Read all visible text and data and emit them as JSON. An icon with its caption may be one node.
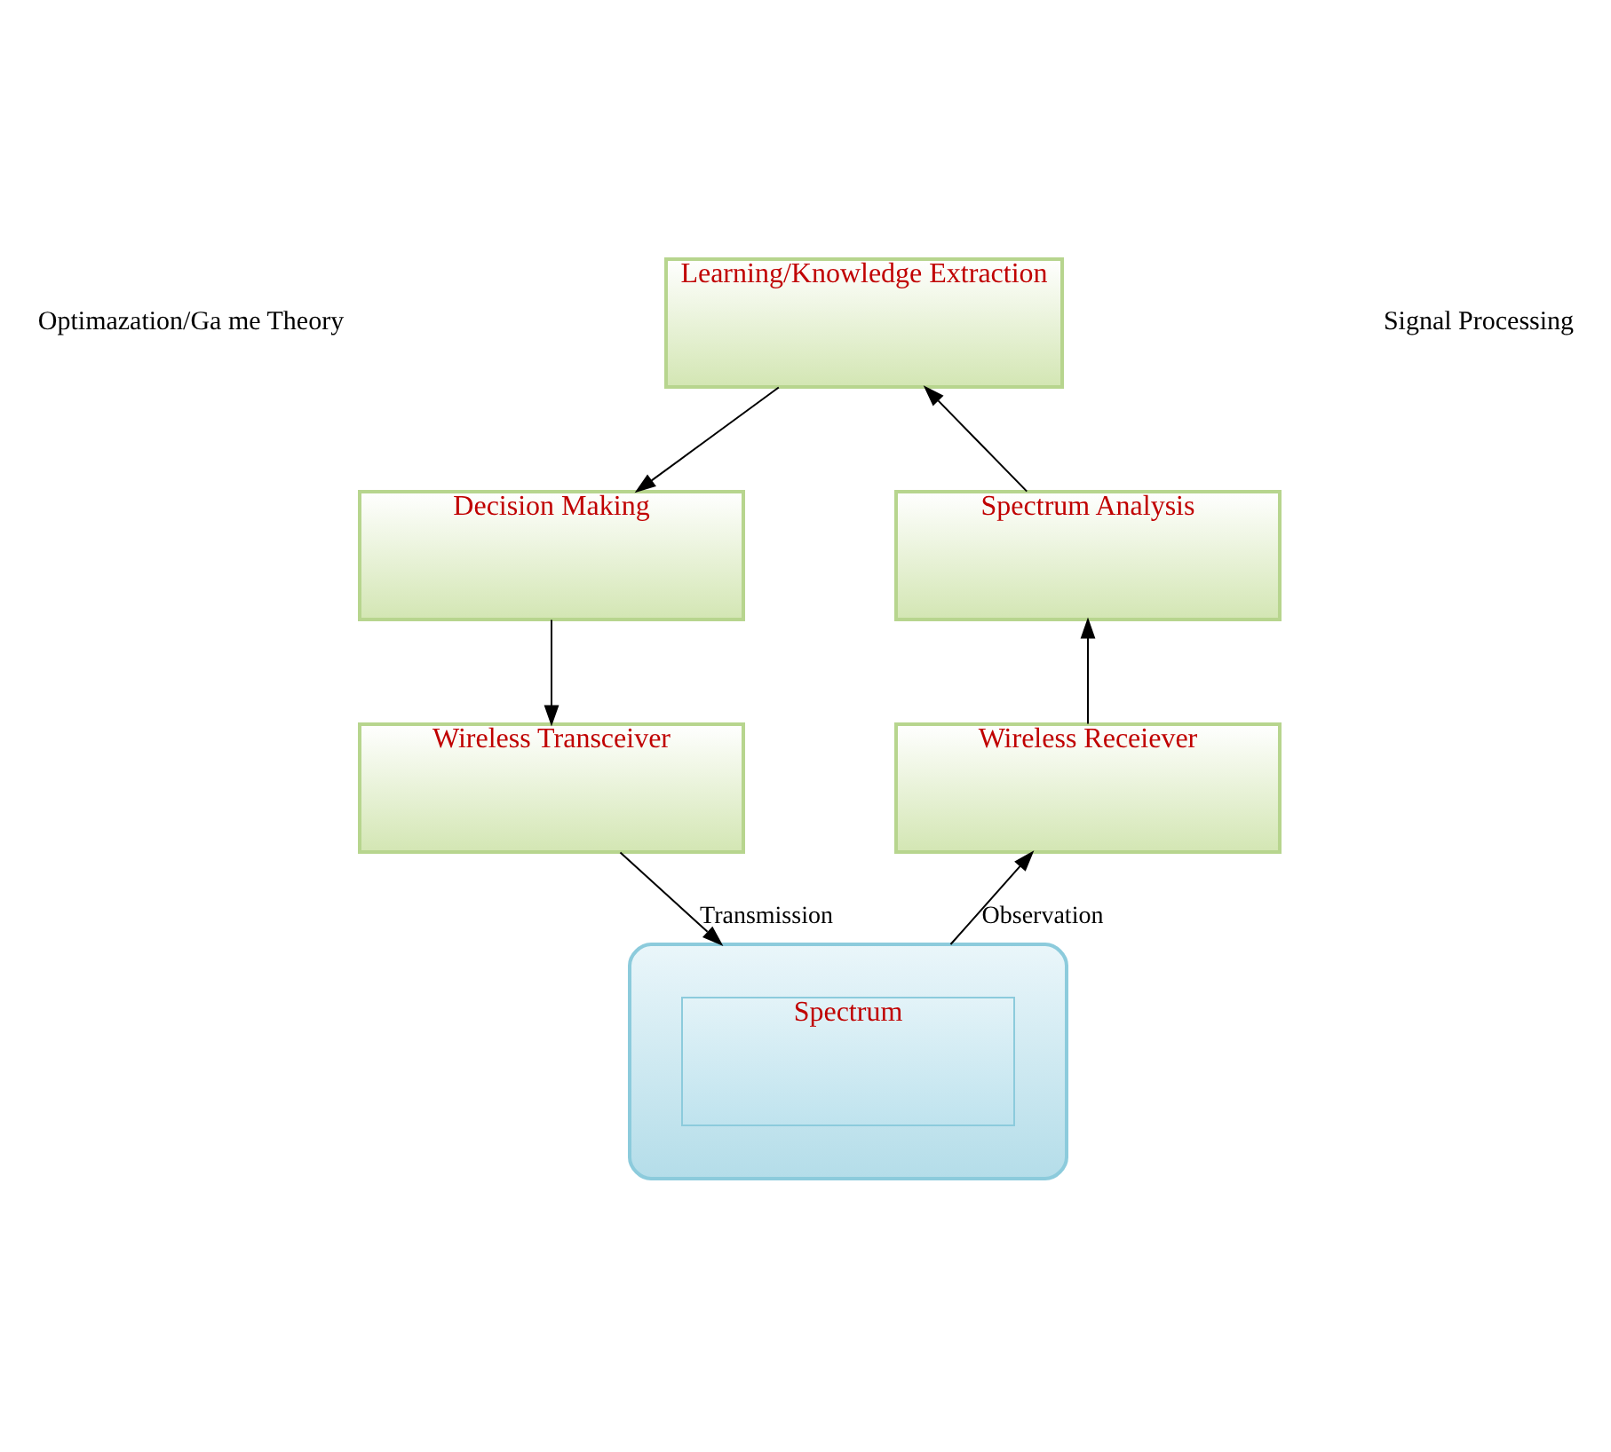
{
  "diagram": {
    "nodes": [
      {
        "text": [
          "Learning/Knowledge Extraction"
        ]
      },
      {
        "text": [
          "Decision Making"
        ]
      },
      {
        "text": [
          "Spectrum Analysis"
        ]
      },
      {
        "text": [
          "Wireless Transceiver"
        ]
      },
      {
        "text": [
          "Wireless Receiever"
        ]
      },
      {
        "text": [],
        "shape": "ellipse"
      },
      {
        "text": [
          "Spectrum"
        ],
        "in": 5
      }
    ],
    "edges": [
      {
        "from": 0,
        "to": 1,
        "arrow": "to"
      },
      {
        "from": 1,
        "to": 3,
        "arrow": "to"
      },
      {
        "from": 3,
        "to": 5,
        "arrow": "to",
        "label": "Transmission"
      },
      {
        "from": 5,
        "to": 4,
        "arrow": "to",
        "label": "Observation"
      },
      {
        "from": 4,
        "to": 2,
        "arrow": "to"
      },
      {
        "from": 2,
        "to": 0,
        "arrow": "to"
      }
    ],
    "labels": [
      "Optimazation/Ga me Theory",
      "Signal Processing"
    ]
  }
}
